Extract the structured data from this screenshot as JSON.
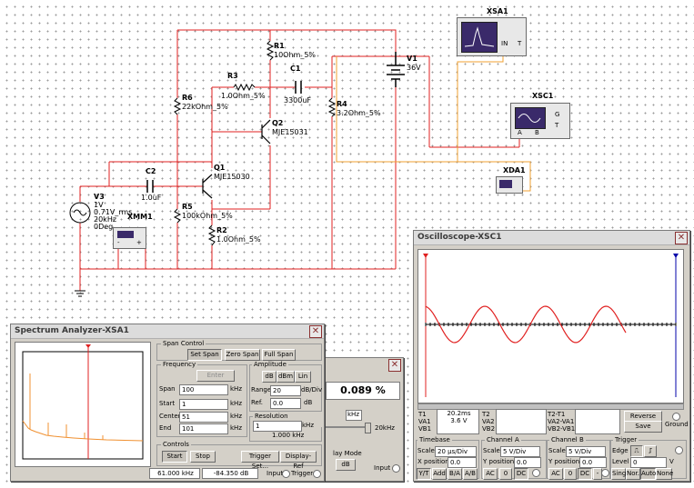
{
  "schematic": {
    "components": {
      "xsa1": "XSA1",
      "xsc1": "XSC1",
      "xda1": "XDA1",
      "xmm1": "XMM1",
      "r1": "R1",
      "r1_val": "10Ohm_5%",
      "c1": "C1",
      "c1_val": "3300uF",
      "r3": "R3",
      "r3_val": "1.0Ohm_5%",
      "r6": "R6",
      "r6_val": "22kOhm_5%",
      "r4": "R4",
      "r4_val": "3.2Ohm_5%",
      "q2": "Q2",
      "q2_val": "MJE15031",
      "q1": "Q1",
      "q1_val": "MJE15030",
      "c2": "C2",
      "c2_val": "1.0uF",
      "r5": "R5",
      "r5_val": "100kOhm_5%",
      "r2": "R2",
      "r2_val": "1.0Ohm_5%",
      "v1": "V1",
      "v1_val": "36V",
      "v3": "V3",
      "v3_l1": "1V",
      "v3_l2": "0.71V_rms",
      "v3_l3": "20kHz",
      "v3_l4": "0Deg"
    },
    "pins": {
      "in": "IN",
      "t": "T",
      "a": "A",
      "b": "B",
      "g": "G",
      "t2": "T",
      "minus": "-",
      "plus": "+"
    }
  },
  "spectrum": {
    "title": "Spectrum Analyzer-XSA1",
    "span_control": "Span Control",
    "set_span": "Set Span",
    "zero_span": "Zero Span",
    "full_span": "Full Span",
    "frequency": "Frequency",
    "enter": "Enter",
    "span_label": "Span",
    "span_val": "100",
    "span_unit": "kHz",
    "start_label": "Start",
    "start_val": "1",
    "start_unit": "kHz",
    "center_label": "Center",
    "center_val": "51",
    "center_unit": "kHz",
    "end_label": "End",
    "end_val": "101",
    "end_unit": "kHz",
    "amplitude": "Amplitude",
    "db": "dB",
    "dbm": "dBm",
    "lin": "Lin",
    "range_label": "Range",
    "range_val": "20",
    "range_unit": "dB/Div",
    "ref_label": "Ref.",
    "ref_val": "0.0",
    "ref_unit": "dB",
    "resolution": "Resolution Frequency",
    "res_val": "1",
    "res_unit": "kHz",
    "res_readout": "1.000 kHz",
    "controls": "Controls",
    "start_btn": "Start",
    "stop_btn": "Stop",
    "trigger_set": "Trigger Set...",
    "display_ref": "Display-Ref",
    "readout_freq": "61.000 kHz",
    "readout_db": "-84.350  dB",
    "input": "Input",
    "trigger": "Trigger"
  },
  "distortion": {
    "value": "0.089 %",
    "khz": "kHz",
    "freq": "20kHz",
    "display_mode": "lay Mode",
    "db": "dB",
    "input": "Input"
  },
  "oscilloscope": {
    "title": "Oscilloscope-XSC1",
    "t1": "T1",
    "t2": "T2",
    "t2_t1": "T2-T1",
    "t1_time": "20.2ms",
    "t1_va": "3.6 V",
    "va1": "VA1",
    "vb1": "VB1",
    "va2": "VA2",
    "vb2": "VB2",
    "va2_va1": "VA2-VA1",
    "vb2_vb1": "VB2-VB1",
    "reverse": "Reverse",
    "save": "Save",
    "ground": "Ground",
    "timebase": "Timebase",
    "scale": "Scale",
    "tb_scale": "20 µs/Div",
    "xpos": "X position",
    "xpos_val": "0.0",
    "yt": "Y/T",
    "add": "Add",
    "ba": "B/A",
    "ab": "A/B",
    "chA": "Channel A",
    "chA_scale": "5 V/Div",
    "ypos": "Y position",
    "chA_ypos": "0.0",
    "ac": "AC",
    "zero": "0",
    "dc": "DC",
    "chB": "Channel B",
    "chB_scale": "5 V/Div",
    "chB_ypos": "0.0",
    "minus": "-",
    "trig": "Trigger",
    "edge": "Edge",
    "level": "Level",
    "level_val": "0",
    "level_unit": "V",
    "sing": "Sing.",
    "nor": "Nor.",
    "auto": "Auto",
    "none": "None"
  },
  "colors": {
    "wire": "#e02020",
    "probe": "#f0a030",
    "trace": "#e02020",
    "spectrum": "#f09030"
  }
}
